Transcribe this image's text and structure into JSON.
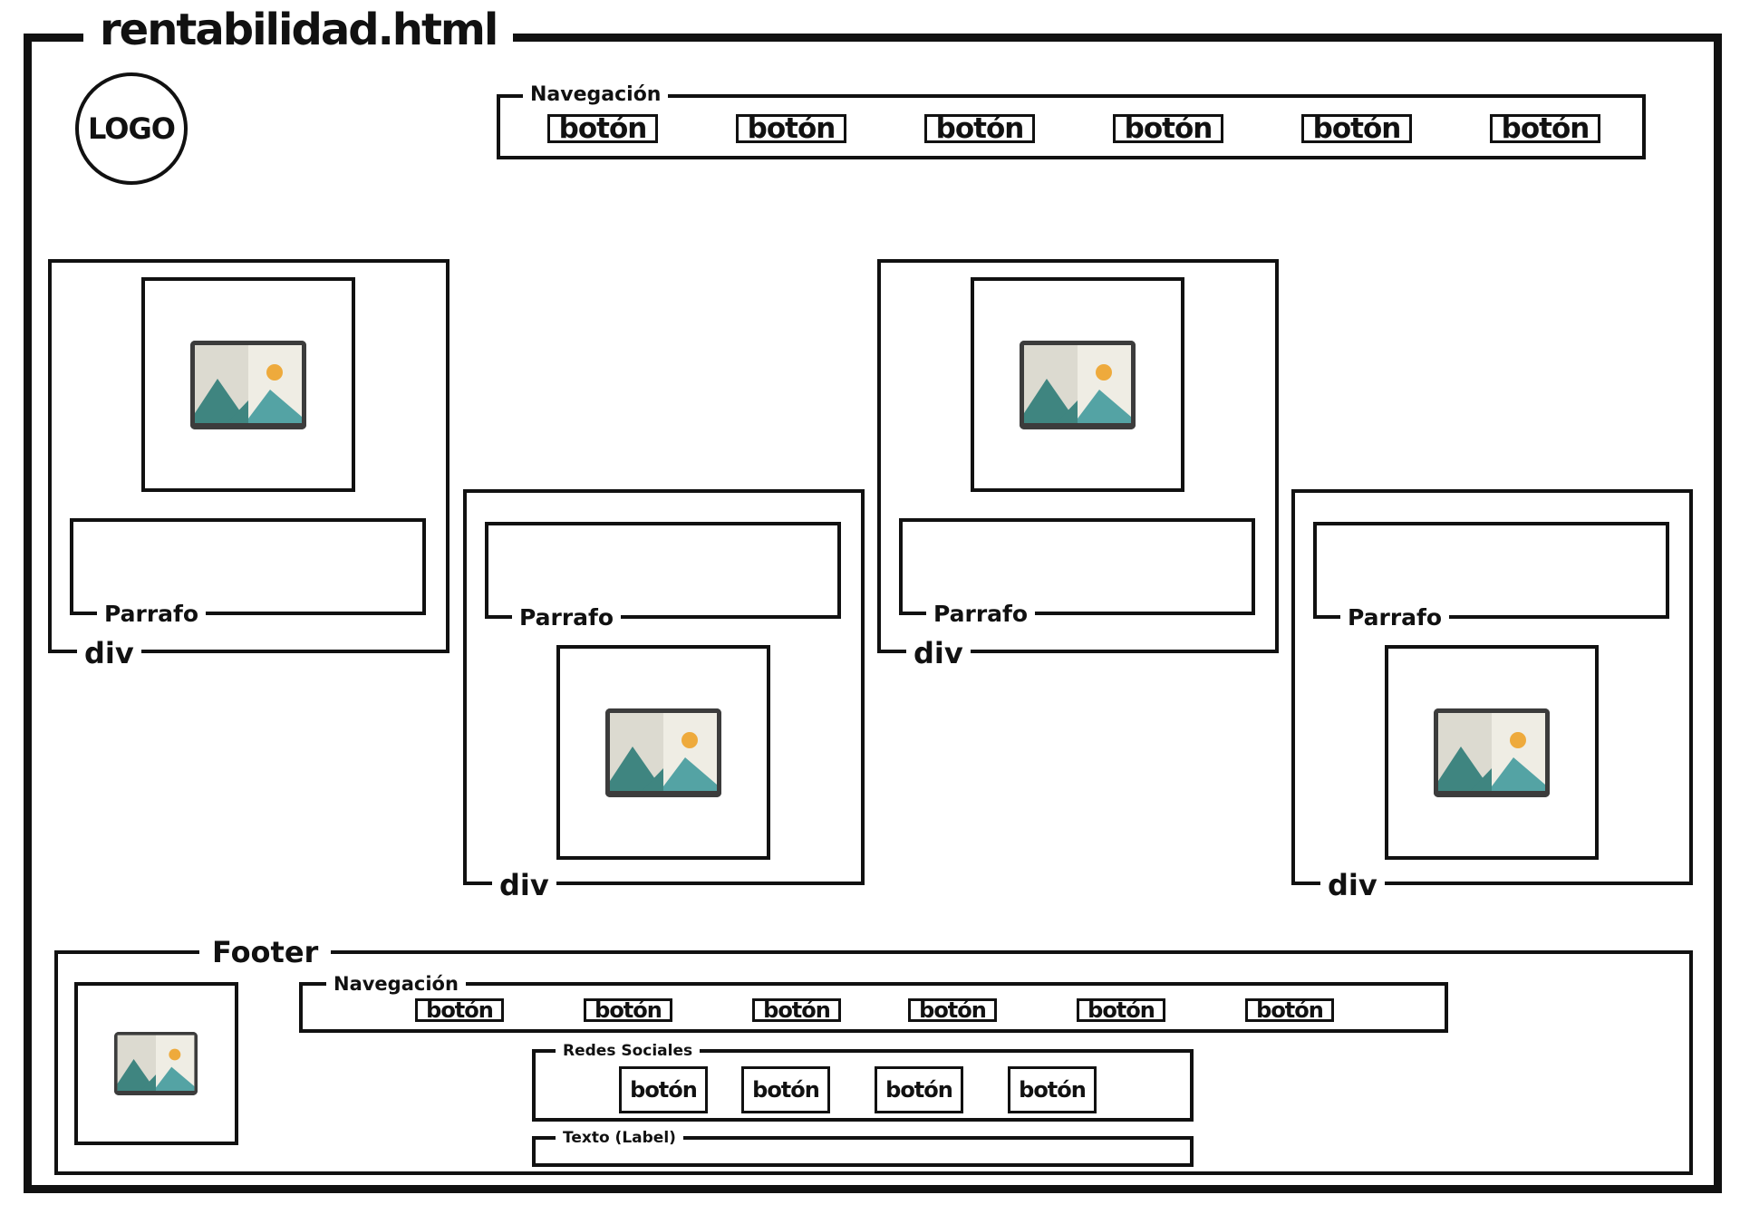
{
  "title": "rentabilidad.html",
  "logo": "LOGO",
  "header_nav": {
    "legend": "Navegación",
    "buttons": [
      "botón",
      "botón",
      "botón",
      "botón",
      "botón",
      "botón"
    ]
  },
  "cards": [
    {
      "container_label": "div",
      "paragraph_label": "Parrafo"
    },
    {
      "container_label": "div",
      "paragraph_label": "Parrafo"
    },
    {
      "container_label": "div",
      "paragraph_label": "Parrafo"
    },
    {
      "container_label": "div",
      "paragraph_label": "Parrafo"
    }
  ],
  "footer": {
    "legend": "Footer",
    "nav": {
      "legend": "Navegación",
      "buttons": [
        "botón",
        "botón",
        "botón",
        "botón",
        "botón",
        "botón"
      ]
    },
    "social": {
      "legend": "Redes Sociales",
      "buttons": [
        "botón",
        "botón",
        "botón",
        "botón"
      ]
    },
    "text_label": {
      "legend": "Texto (Label)"
    }
  },
  "colors": {
    "stroke": "#111111",
    "image_frame": "#3c3c3c",
    "image_bg_left": "#dcdad0",
    "image_bg_right": "#efede4",
    "mountain_dark": "#3f8580",
    "mountain_light": "#54a3a4",
    "sun": "#eeaa3c"
  }
}
